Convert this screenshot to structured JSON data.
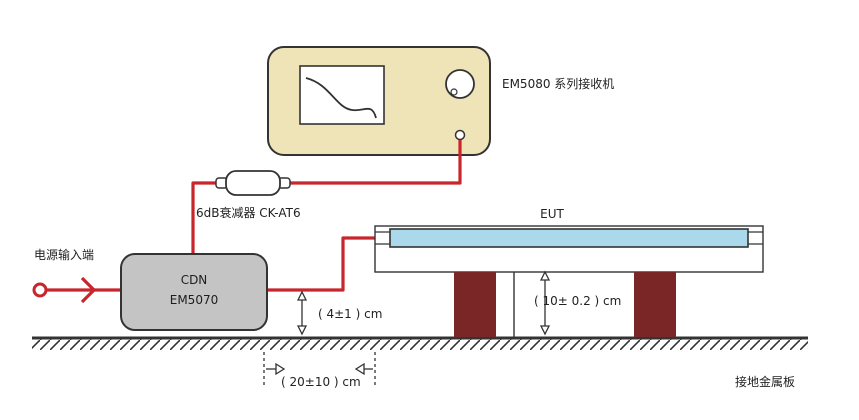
{
  "receiver": {
    "label": "EM5080 系列接收机"
  },
  "attenuator": {
    "label": "6dB衰减器 CK-AT6"
  },
  "cdn": {
    "line1": "CDN",
    "line2": "EM5070"
  },
  "power_input": {
    "label": "电源输入端"
  },
  "eut": {
    "label": "EUT"
  },
  "height_cdn": {
    "label": "( 4±1 ) cm"
  },
  "height_eut": {
    "label": "( 10±  0.2 ) cm"
  },
  "distance": {
    "label": "( 20±10 ) cm"
  },
  "ground_plane": {
    "label": "接地金属板"
  },
  "colors": {
    "cable": "#c8262c",
    "receiver_fill": "#efe3b8",
    "cdn_fill": "#c4c4c4",
    "eut_fill": "#a9d9ea",
    "support_fill": "#7a2626",
    "outline": "#333333"
  }
}
